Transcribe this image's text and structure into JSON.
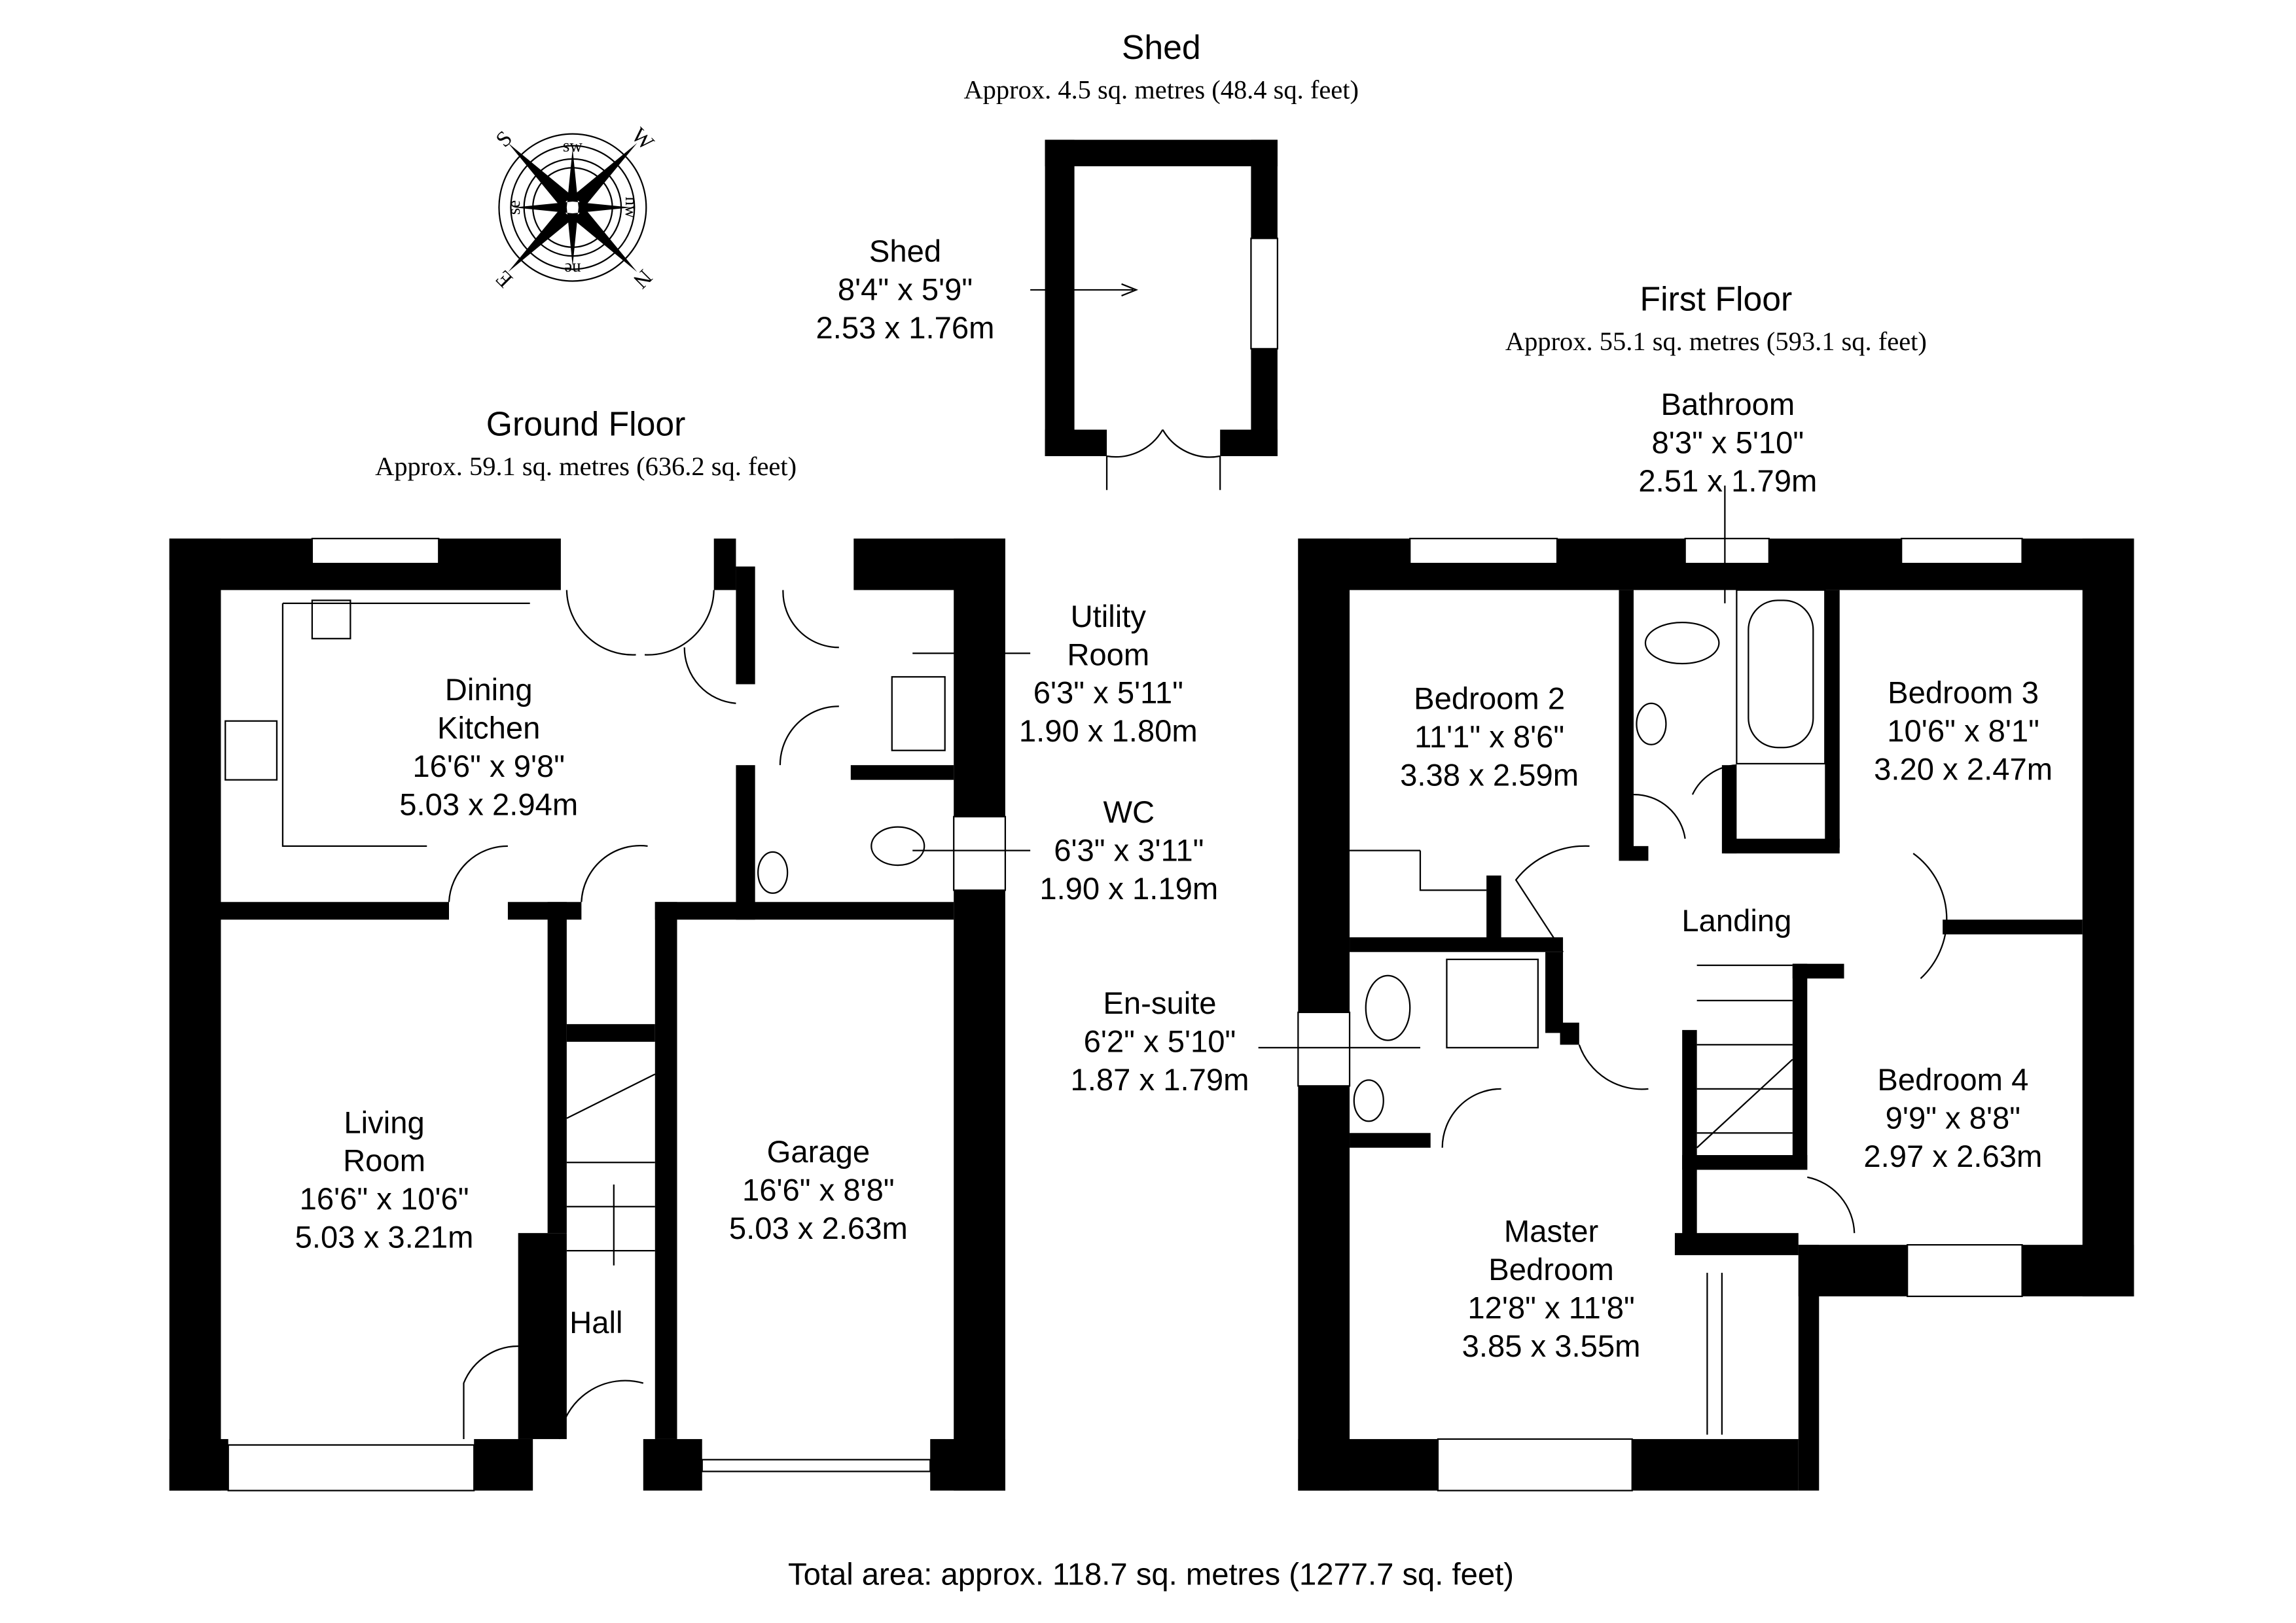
{
  "shed": {
    "title": "Shed",
    "area": "Approx. 4.5 sq. metres (48.4 sq. feet)",
    "room": {
      "name": "Shed",
      "imperial": "8'4\" x 5'9\"",
      "metric": "2.53 x 1.76m"
    }
  },
  "ground_floor": {
    "title": "Ground Floor",
    "area": "Approx. 59.1 sq. metres (636.2 sq. feet)",
    "rooms": [
      {
        "name": "Dining",
        "name2": "Kitchen",
        "imperial": "16'6\" x 9'8\"",
        "metric": "5.03 x 2.94m"
      },
      {
        "name": "Utility",
        "name2": "Room",
        "imperial": "6'3\" x 5'11\"",
        "metric": "1.90 x 1.80m"
      },
      {
        "name": "WC",
        "imperial": "6'3\" x 3'11\"",
        "metric": "1.90 x 1.19m"
      },
      {
        "name": "Living",
        "name2": "Room",
        "imperial": "16'6\" x 10'6\"",
        "metric": "5.03 x 3.21m"
      },
      {
        "name": "Garage",
        "imperial": "16'6\" x 8'8\"",
        "metric": "5.03 x 2.63m"
      },
      {
        "name": "Hall"
      }
    ]
  },
  "first_floor": {
    "title": "First Floor",
    "area": "Approx. 55.1 sq. metres (593.1 sq. feet)",
    "rooms": [
      {
        "name": "Bathroom",
        "imperial": "8'3\" x 5'10\"",
        "metric": "2.51 x 1.79m"
      },
      {
        "name": "Bedroom 2",
        "imperial": "11'1\" x 8'6\"",
        "metric": "3.38 x 2.59m"
      },
      {
        "name": "Bedroom 3",
        "imperial": "10'6\" x 8'1\"",
        "metric": "3.20 x 2.47m"
      },
      {
        "name": "Landing"
      },
      {
        "name": "En-suite",
        "imperial": "6'2\" x 5'10\"",
        "metric": "1.87 x 1.79m"
      },
      {
        "name": "Bedroom 4",
        "imperial": "9'9\" x 8'8\"",
        "metric": "2.97 x 2.63m"
      },
      {
        "name": "Master",
        "name2": "Bedroom",
        "imperial": "12'8\" x 11'8\"",
        "metric": "3.85 x 3.55m"
      }
    ]
  },
  "compass": {
    "points": [
      "S",
      "W",
      "E",
      "N"
    ],
    "inner": [
      "sw",
      "se",
      "nw",
      "ne"
    ]
  },
  "total_area": "Total area: approx. 118.7 sq. metres (1277.7 sq. feet)"
}
